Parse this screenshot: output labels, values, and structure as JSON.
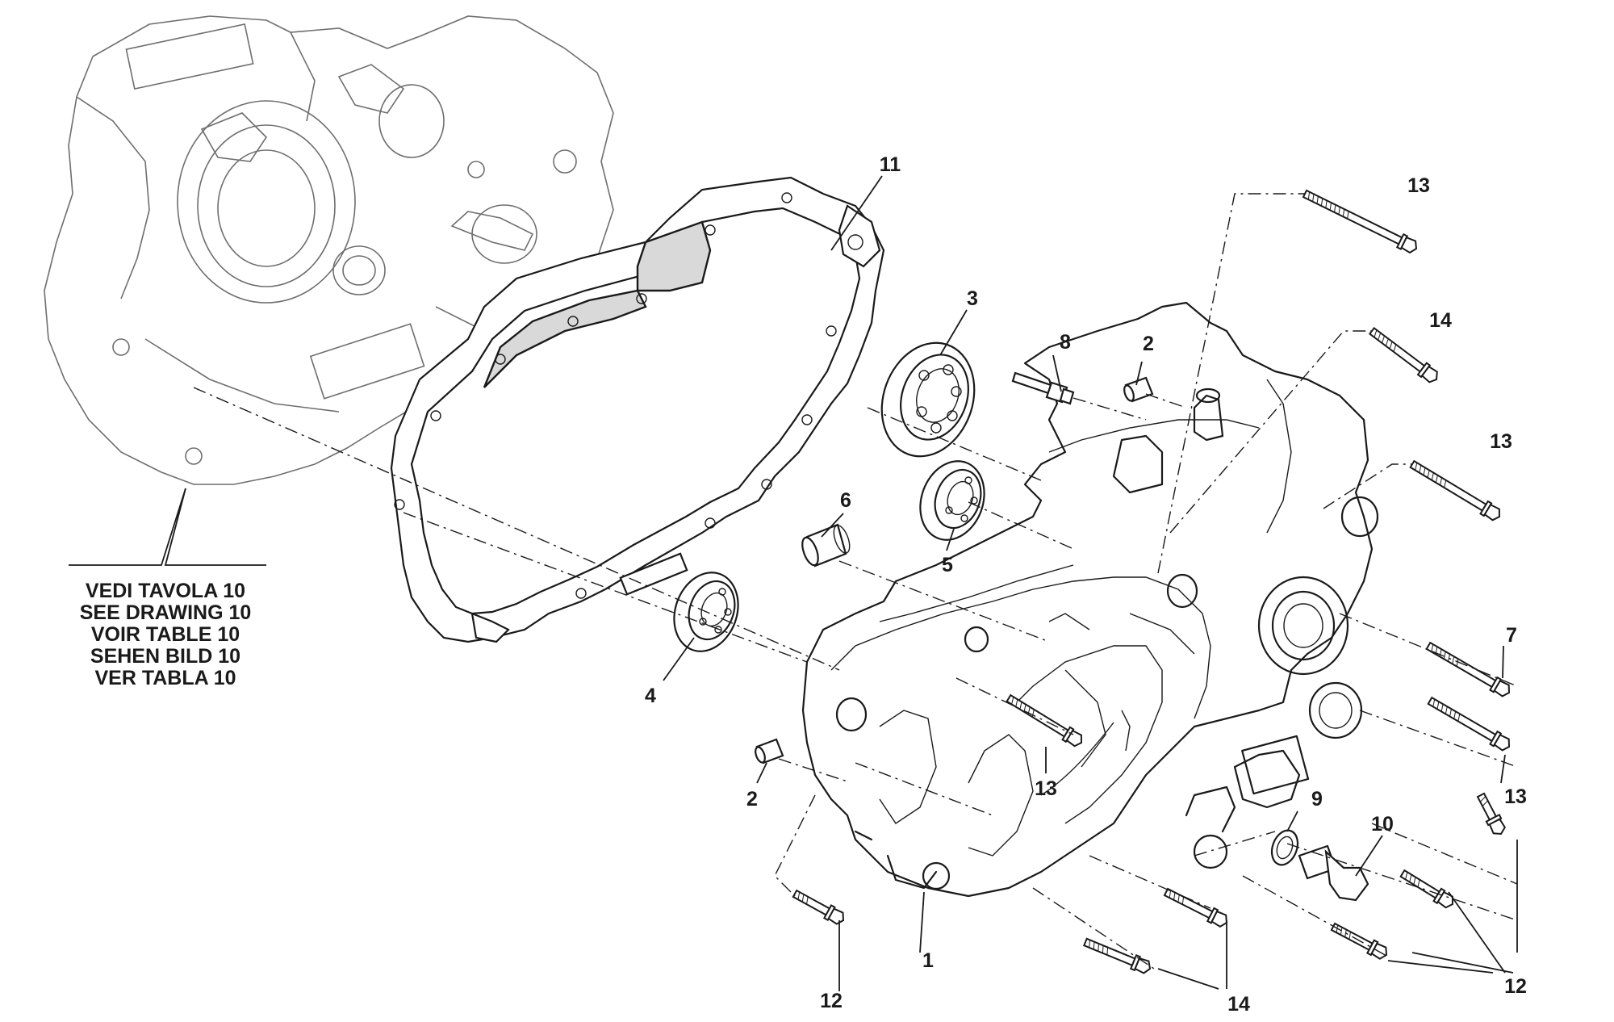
{
  "reference_note": {
    "lines": [
      "VEDI TAVOLA 10",
      "SEE DRAWING 10",
      "VOIR TABLE 10",
      "SEHEN BILD 10",
      "VER TABLA 10"
    ]
  },
  "callouts": {
    "c1": "1",
    "c2a": "2",
    "c2b": "2",
    "c3": "3",
    "c4": "4",
    "c5": "5",
    "c6": "6",
    "c7": "7",
    "c8": "8",
    "c9": "9",
    "c10": "10",
    "c11": "11",
    "c12a": "12",
    "c12b": "12",
    "c13a": "13",
    "c13b": "13",
    "c13c": "13",
    "c13d": "13",
    "c14a": "14",
    "c14b": "14"
  }
}
